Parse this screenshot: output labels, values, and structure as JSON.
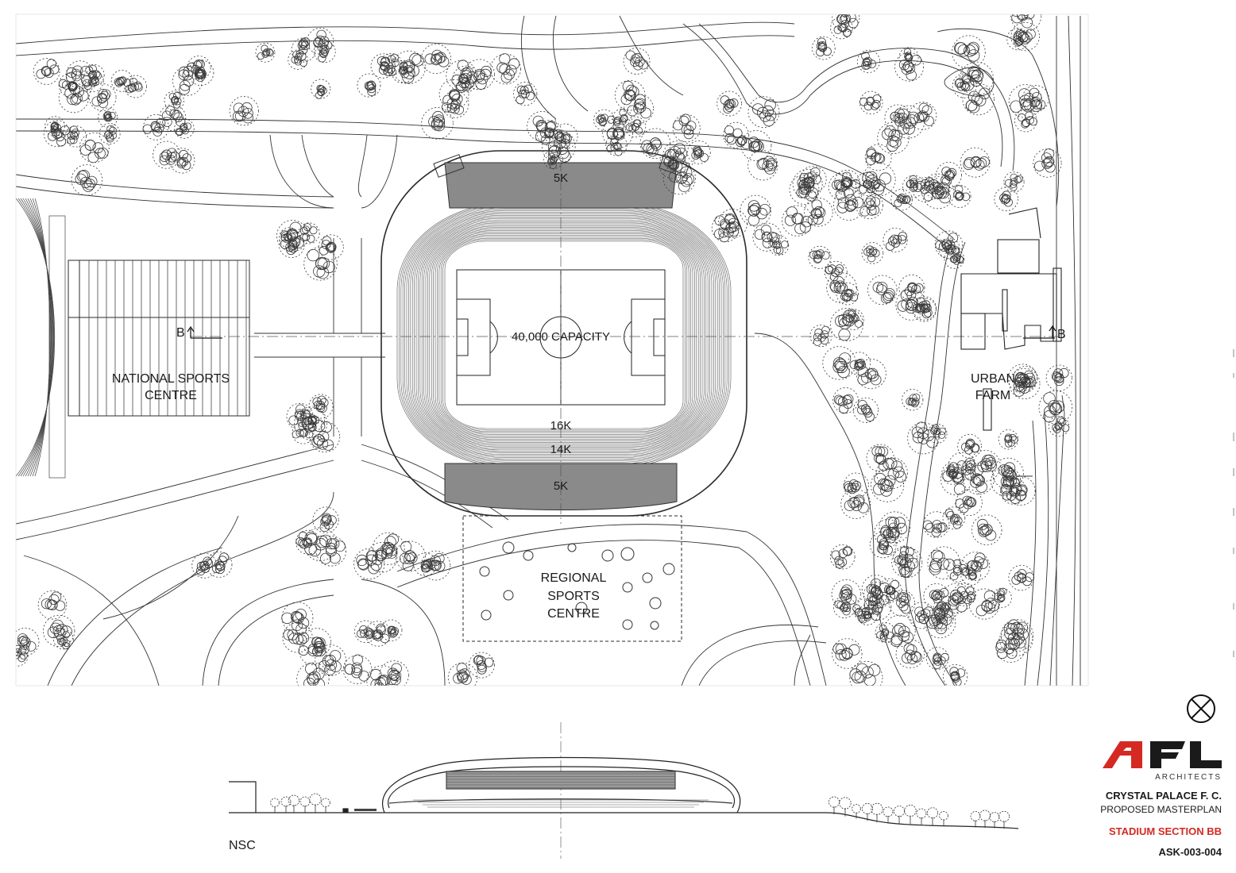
{
  "plan": {
    "stadium": {
      "capacity": "40,000 CAPACITY",
      "north_stand": "5K",
      "south_stand": "5K",
      "tier_inner": "16K",
      "tier_outer": "14K"
    },
    "labels": {
      "national_sports_centre": [
        "NATIONAL SPORTS",
        "CENTRE"
      ],
      "regional_sports_centre": [
        "REGIONAL",
        "SPORTS",
        "CENTRE"
      ],
      "urban_farm": [
        "URBAN",
        "FARM"
      ]
    },
    "section_marker_left": "B",
    "section_marker_right": "B"
  },
  "section": {
    "nsc_label": "NSC"
  },
  "titleblock": {
    "logo_text": "AFL",
    "logo_subtitle": "ARCHITECTS",
    "project": "CRYSTAL PALACE F. C.",
    "subtitle": "PROPOSED MASTERPLAN",
    "drawing_title": "STADIUM SECTION BB",
    "drawing_number": "ASK-003-004"
  },
  "colors": {
    "line": "#2a2a2a",
    "accent": "#d42a23",
    "stand_fill": "#8a8a8a"
  }
}
